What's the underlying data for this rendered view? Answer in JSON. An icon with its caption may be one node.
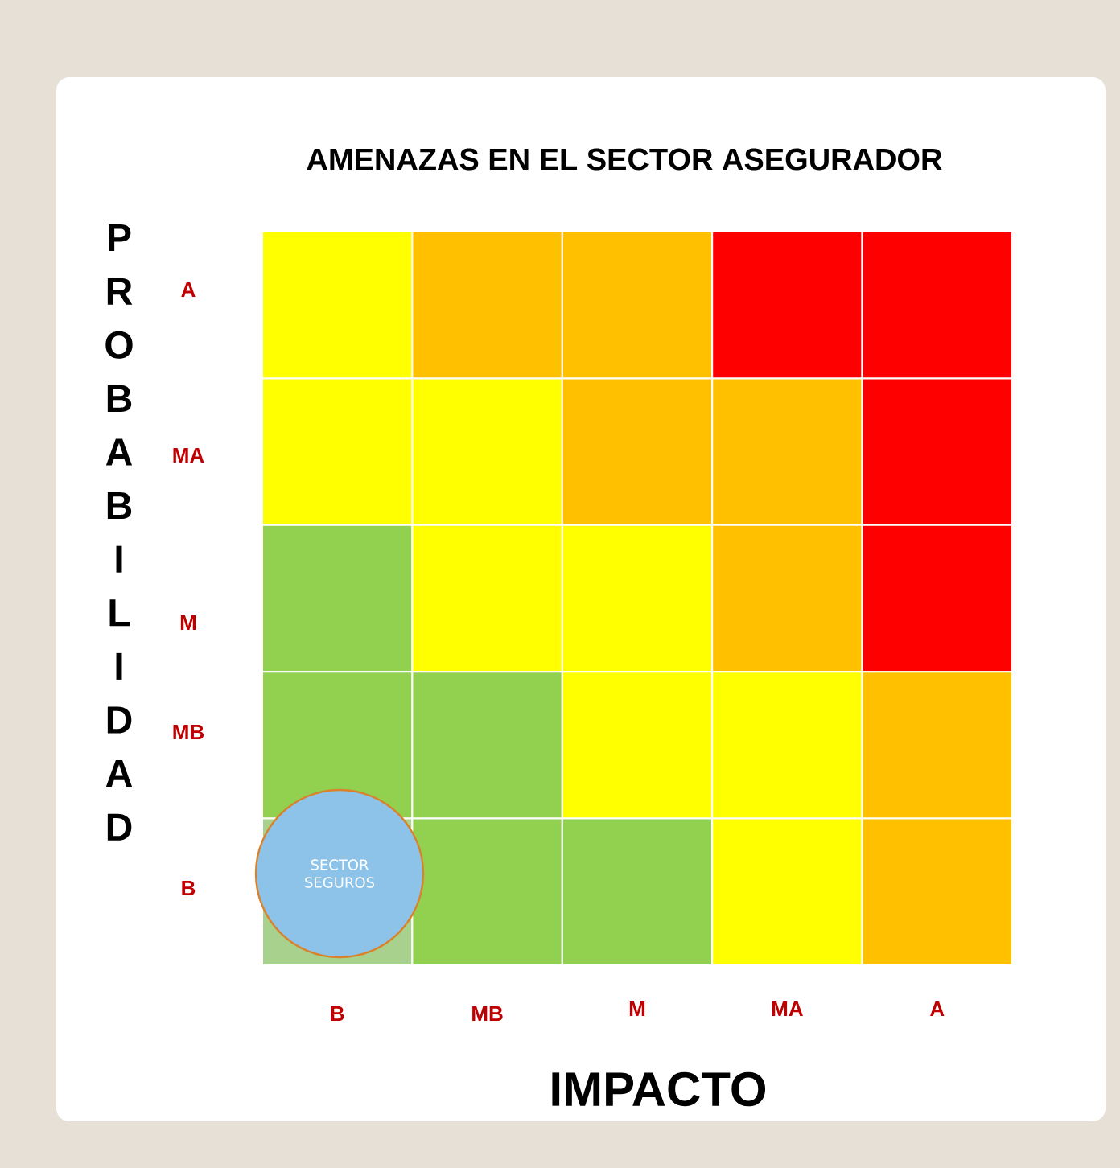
{
  "diagram": {
    "title": "AMENAZAS  EN EL SECTOR ASEGURADOR",
    "nodes": [
      {
        "text": [
          "SECTOR SEGUROS"
        ]
      }
    ],
    "labels": [
      "PROBABILIDAD",
      "A",
      "MA",
      "M",
      "MB",
      "B",
      "B",
      "MB",
      "M",
      "MA",
      "A",
      "IMPACTO"
    ]
  }
}
